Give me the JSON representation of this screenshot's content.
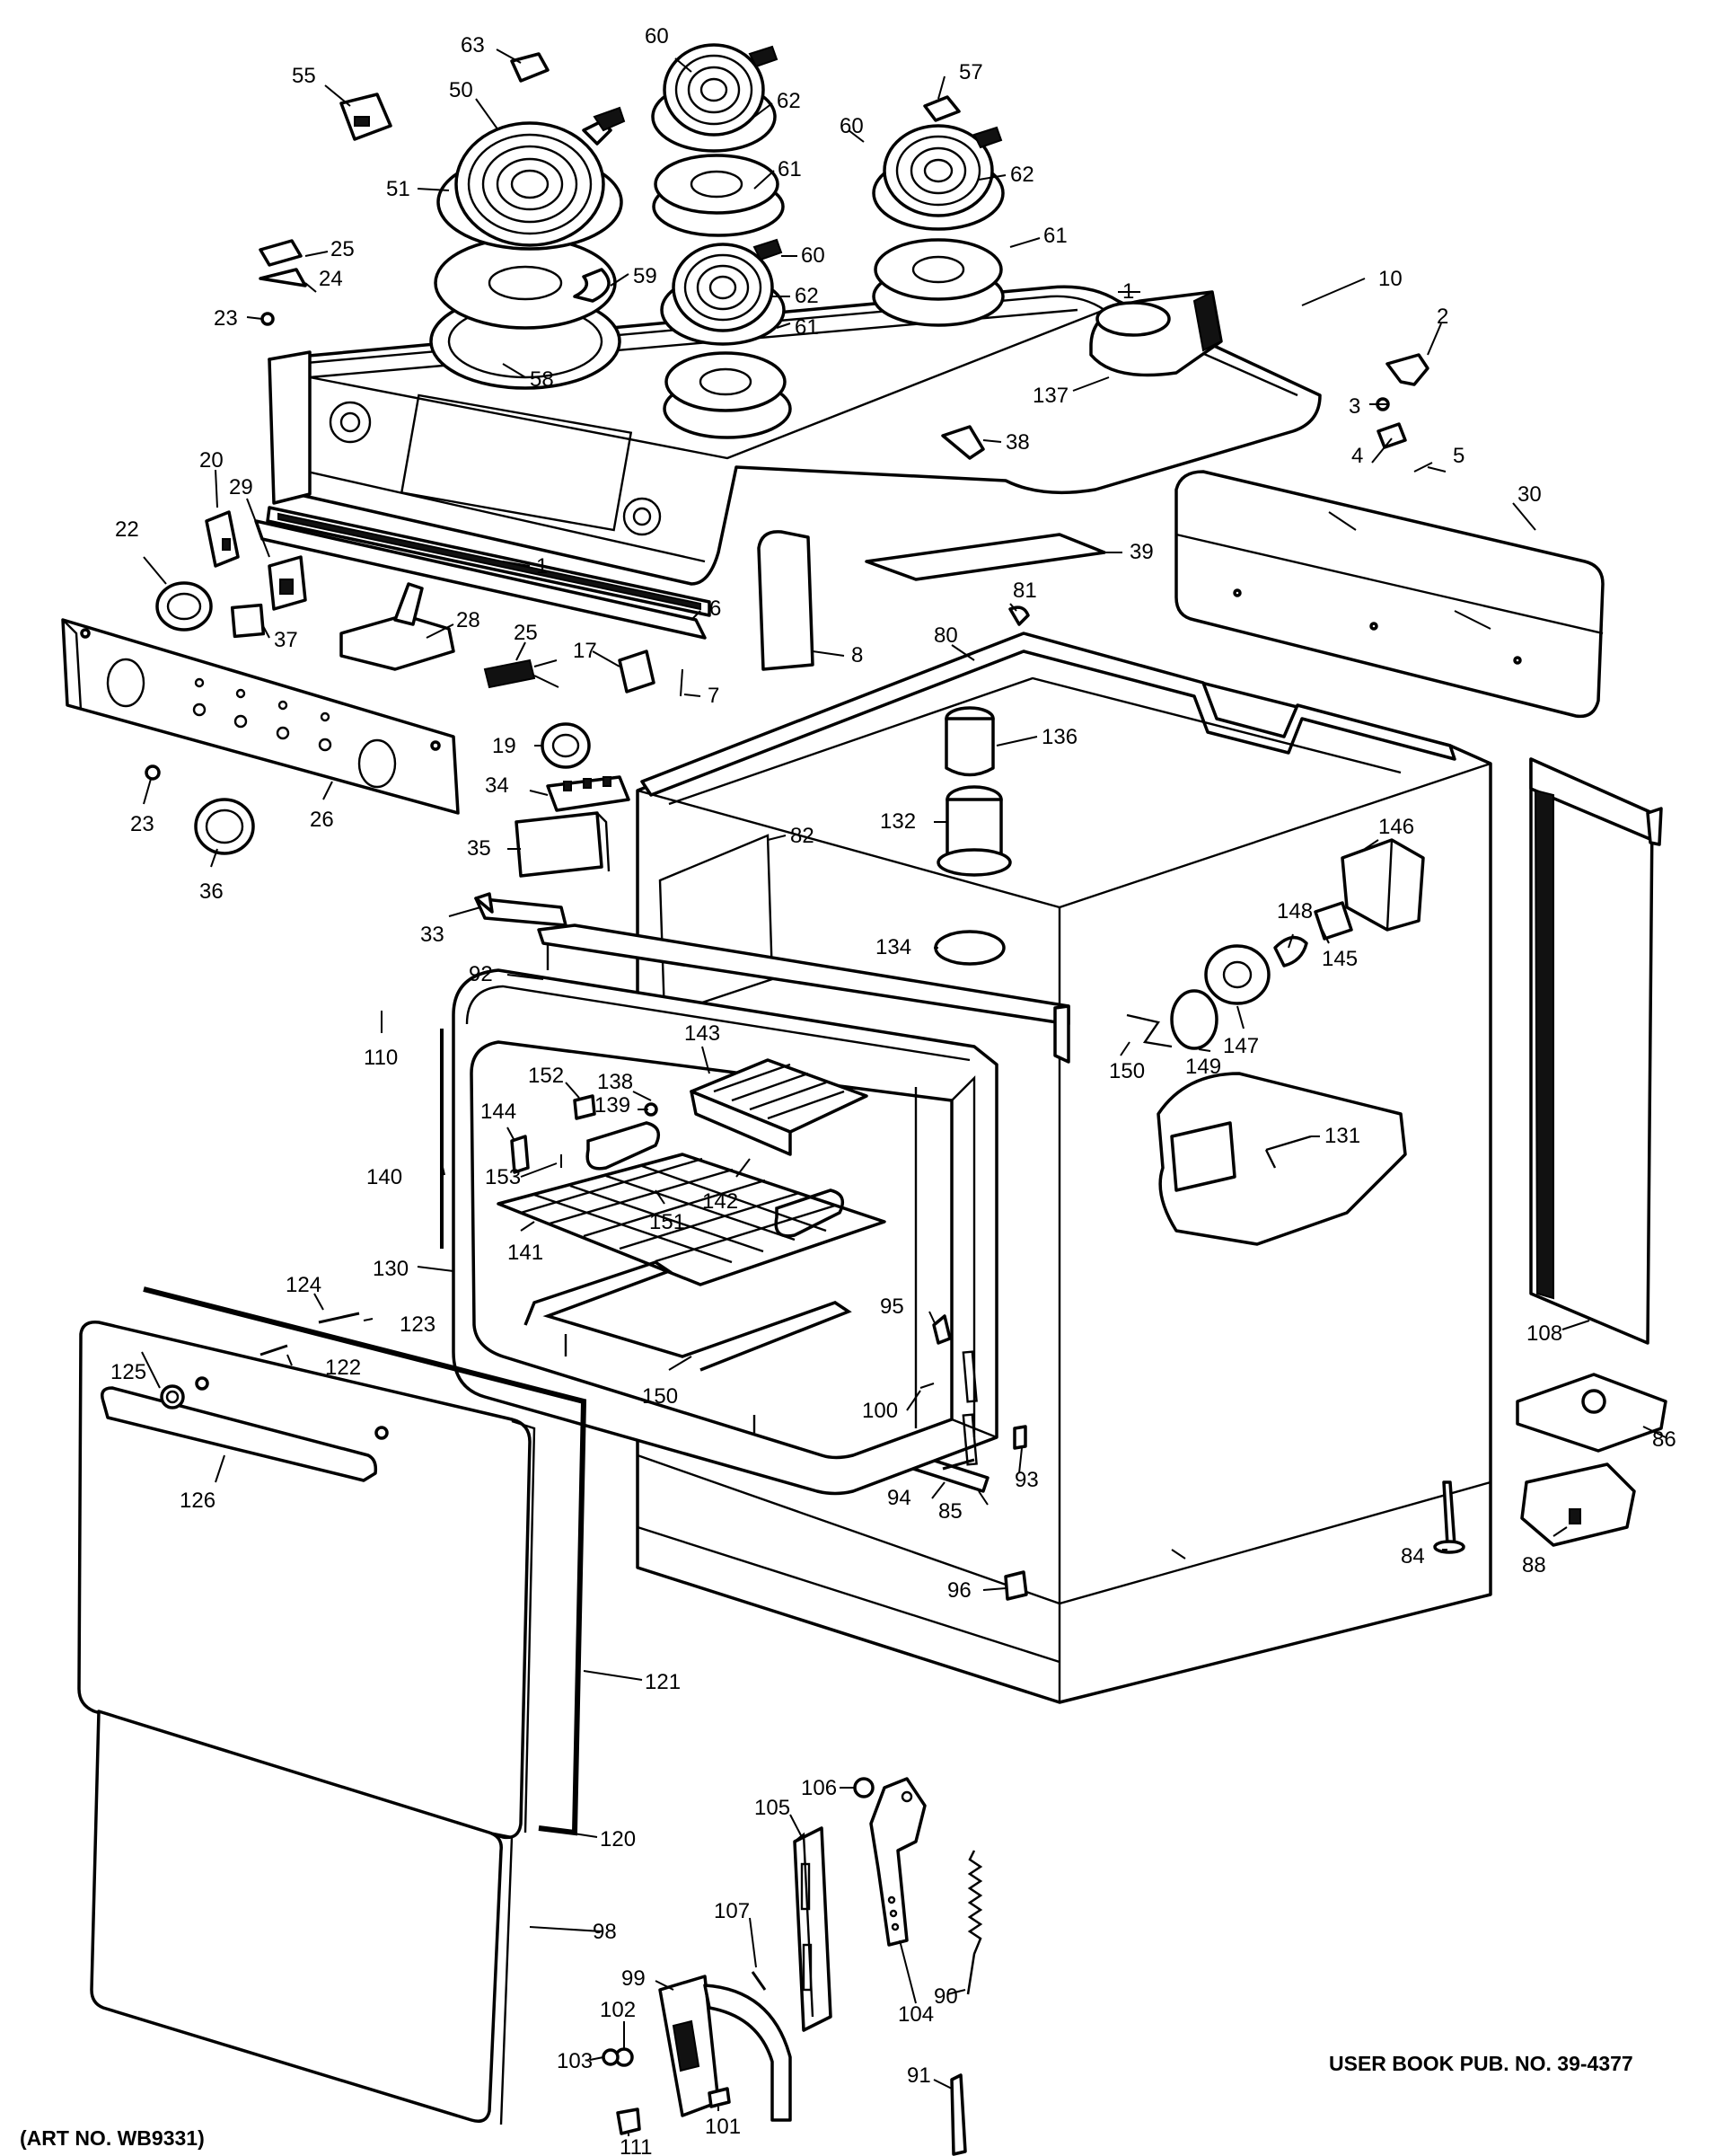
{
  "footer": {
    "user_book": "USER BOOK PUB. NO. 39-4377",
    "art_no": "(ART NO. WB9331)"
  },
  "labels": {
    "l63": "63",
    "l60a": "60",
    "l57": "57",
    "l55": "55",
    "l50": "50",
    "l62a": "62",
    "l60b": "60",
    "l62b": "62",
    "l51": "51",
    "l61a": "61",
    "l61b": "61",
    "l60c": "60",
    "l25a": "25",
    "l59": "59",
    "l62c": "62",
    "l10": "10",
    "l24": "24",
    "l1a": "1",
    "l2": "2",
    "l23a": "23",
    "l61c": "61",
    "l58": "58",
    "l137": "137",
    "l3": "3",
    "l38": "38",
    "l4": "4",
    "l5": "5",
    "l20": "20",
    "l30": "30",
    "l29": "29",
    "l22": "22",
    "l1b": "1",
    "l39": "39",
    "l6": "6",
    "l28": "28",
    "l81": "81",
    "l37": "37",
    "l8": "8",
    "l25b": "25",
    "l17": "17",
    "l80": "80",
    "l7": "7",
    "l136": "136",
    "l19": "19",
    "l34": "34",
    "l23b": "23",
    "l26": "26",
    "l146": "146",
    "l132": "132",
    "l35": "35",
    "l82": "82",
    "l36": "36",
    "l148": "148",
    "l33": "33",
    "l134": "134",
    "l145": "145",
    "l92": "92",
    "l110": "110",
    "l143": "143",
    "l147": "147",
    "l150a": "150",
    "l149": "149",
    "l152": "152",
    "l138": "138",
    "l139": "139",
    "l144": "144",
    "l131": "131",
    "l140": "140",
    "l153": "153",
    "l142": "142",
    "l151": "151",
    "l141": "141",
    "l130": "130",
    "l124": "124",
    "l123": "123",
    "l95": "95",
    "l108": "108",
    "l125": "125",
    "l122": "122",
    "l150b": "150",
    "l100": "100",
    "l86": "86",
    "l126": "126",
    "l93": "93",
    "l94": "94",
    "l85": "85",
    "l84": "84",
    "l88": "88",
    "l96": "96",
    "l121": "121",
    "l106": "106",
    "l105": "105",
    "l120": "120",
    "l107": "107",
    "l98": "98",
    "l99": "99",
    "l104": "104",
    "l90": "90",
    "l102": "102",
    "l103": "103",
    "l91": "91",
    "l101": "101",
    "l111": "111"
  }
}
